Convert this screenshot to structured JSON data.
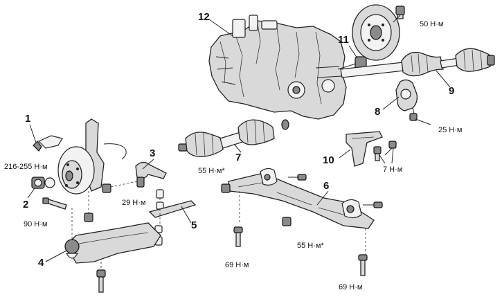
{
  "callouts": [
    {
      "id": "1",
      "label": "1"
    },
    {
      "id": "2",
      "label": "2"
    },
    {
      "id": "3",
      "label": "3"
    },
    {
      "id": "4",
      "label": "4"
    },
    {
      "id": "5",
      "label": "5"
    },
    {
      "id": "6",
      "label": "6"
    },
    {
      "id": "7",
      "label": "7"
    },
    {
      "id": "8",
      "label": "8"
    },
    {
      "id": "9",
      "label": "9"
    },
    {
      "id": "10",
      "label": "10"
    },
    {
      "id": "11",
      "label": "11"
    },
    {
      "id": "12",
      "label": "12"
    }
  ],
  "torques": {
    "hub_nut": "216-255 Н·м",
    "ball_joint_nut": "90 Н·м",
    "tie_rod_nut": "29 Н·м",
    "flywheel_bolt": "50 Н·м",
    "bearing_bracket": "25 Н·м",
    "crossmember_front": "55 Н·м*",
    "crossmember_rear": "55 Н·м*",
    "crossmember_bolt_left": "69 Н·м",
    "crossmember_bolt_right": "69 Н·м",
    "bracket_bolt": "7 Н·м"
  }
}
